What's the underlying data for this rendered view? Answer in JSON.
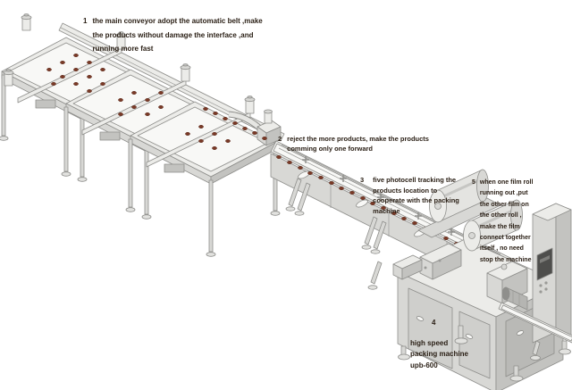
{
  "colors": {
    "product": "#7a3a27",
    "machine_light": "#ecece9",
    "machine_mid": "#d8d8d5",
    "machine_dark": "#c3c3c0",
    "outline": "#8e8e8b",
    "screen": "#4e4e4c",
    "annotation_text": "#2b2016"
  },
  "annotations": {
    "a1": {
      "number": "1",
      "lines": [
        "the main conveyor adopt the automatic belt ,make",
        "the products without damage the interface ,and",
        "running more fast"
      ]
    },
    "a2": {
      "number": "2",
      "lines": [
        "reject the more products, make the products",
        "comming only one forward"
      ]
    },
    "a3": {
      "number": "3",
      "lines": [
        "five photocell tracking the",
        "products location to",
        "cooperate with the packing",
        "machine"
      ]
    },
    "a4": {
      "number": "4",
      "lines": [
        "high speed",
        "packing machine",
        "upb-600"
      ]
    },
    "a5": {
      "number": "5",
      "lines": [
        "when one film roll",
        "running out ,put",
        "the other film  on",
        "the other roll ,",
        "make the film",
        "connect together",
        "itself , no need",
        "stop the machine"
      ]
    }
  },
  "diagram": {
    "parts": [
      "main-belt-conveyor",
      "reject-unit",
      "photocell-conveyor",
      "film-rolls",
      "packing-machine",
      "control-panel",
      "discharge-conveyor",
      "products"
    ]
  }
}
